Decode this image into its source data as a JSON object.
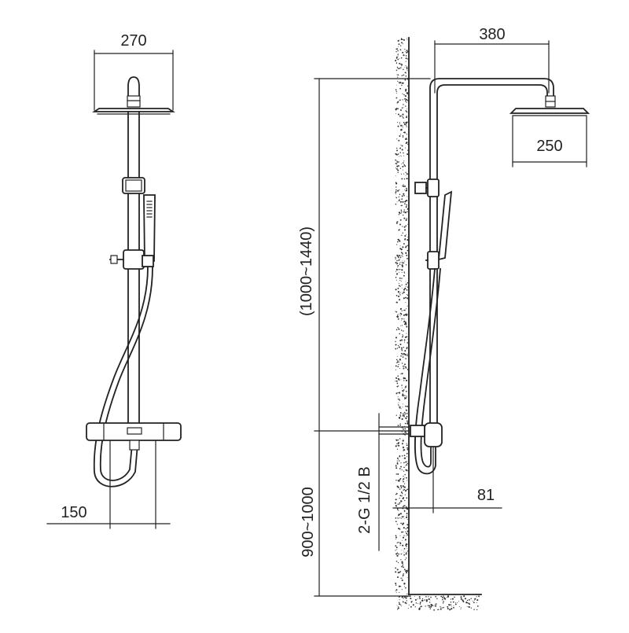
{
  "colors": {
    "line": "#222222",
    "background": "#ffffff",
    "wall_speckle": "#333333"
  },
  "front_view": {
    "head_width_label": "270",
    "mixer_depth_label": "150"
  },
  "side_view": {
    "arm_projection_label": "380",
    "head_diameter_label": "250",
    "riser_height_label": "(1000~1440)",
    "inlet_height_label": "900~1000",
    "inlet_thread_label": "2-G 1/2 B",
    "wall_offset_label": "81"
  }
}
